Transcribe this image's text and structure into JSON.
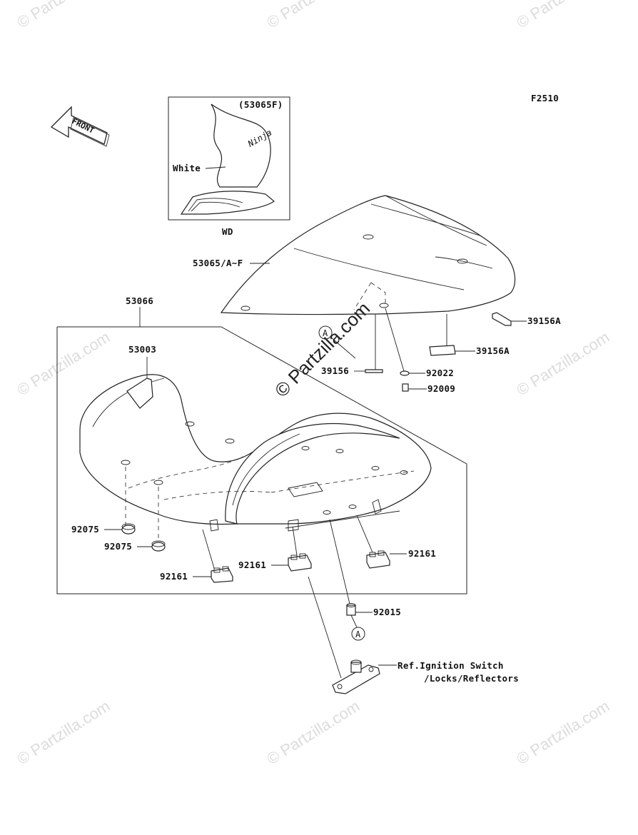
{
  "diagram": {
    "figure_code": "F2510",
    "front_label": "FRONT",
    "inset": {
      "part_label": "(53065F)",
      "color_label": "White",
      "model_label": "WD"
    },
    "callout_letter": "A",
    "labels": {
      "p53065": "53065/A~F",
      "p39156A_top": "39156A",
      "p39156A_mid": "39156A",
      "p39156": "39156",
      "p92022": "92022",
      "p92009": "92009",
      "p53066": "53066",
      "p53003": "53003",
      "p92075_a": "92075",
      "p92075_b": "92075",
      "p92161_left": "92161",
      "p92161_mid": "92161",
      "p92161_right": "92161",
      "p92015": "92015",
      "ref_line1": "Ref.Ignition Switch",
      "ref_line2": "/Locks/Reflectors"
    },
    "watermarks": {
      "small": "© Partzilla.com",
      "center": "© Partzilla.com"
    }
  }
}
